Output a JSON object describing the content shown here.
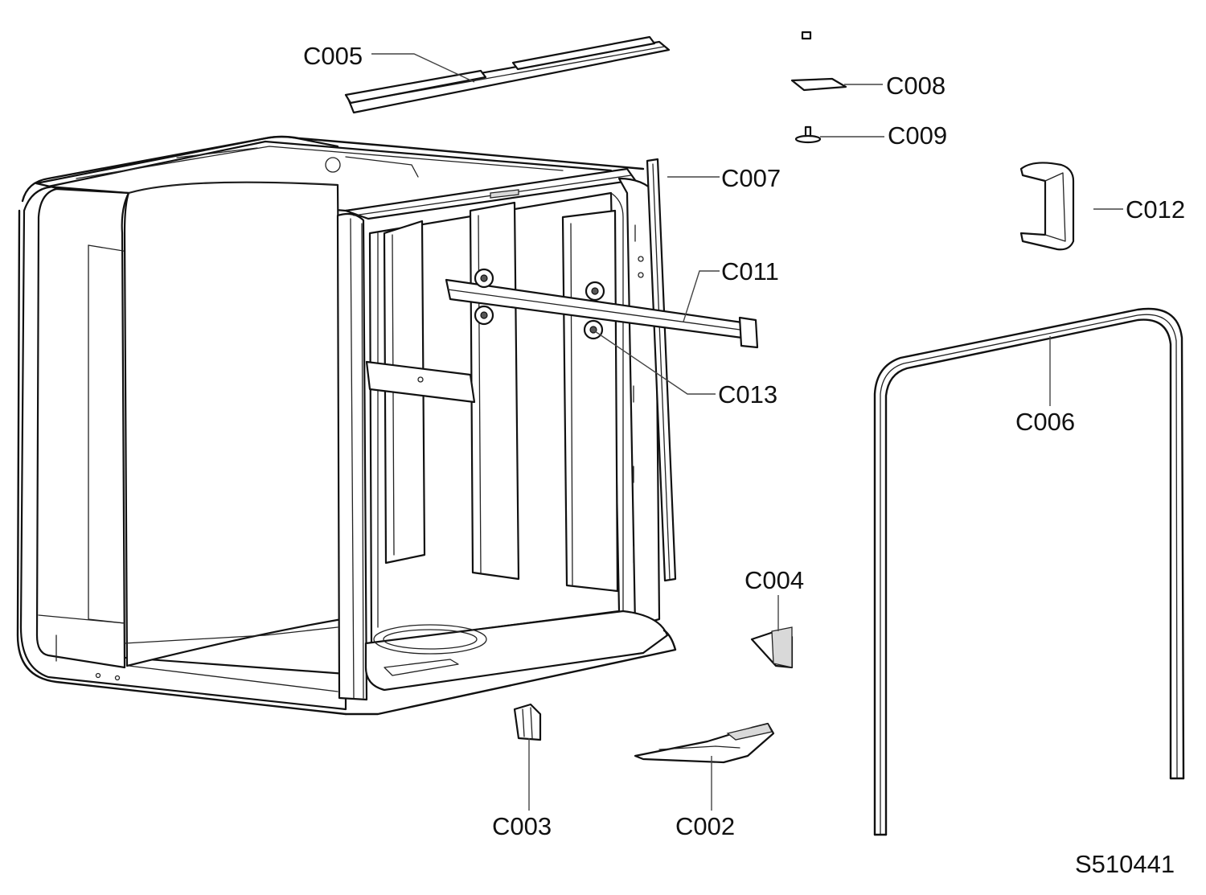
{
  "drawing_number": "S510441",
  "callouts": {
    "c002": "C002",
    "c003": "C003",
    "c004": "C004",
    "c005": "C005",
    "c006": "C006",
    "c007": "C007",
    "c008": "C008",
    "c009": "C009",
    "c011": "C011",
    "c012": "C012",
    "c013": "C013"
  },
  "colors": {
    "line": "#111111",
    "shade": "#d9d9d9",
    "background": "#ffffff"
  }
}
